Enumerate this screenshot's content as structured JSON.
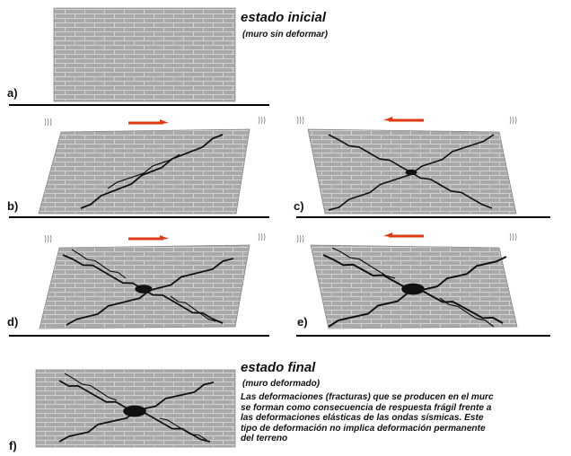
{
  "initial": {
    "title": "estado inicial",
    "subtitle": "(muro sin deformar)"
  },
  "final": {
    "title": "estado final",
    "subtitle": "(muro deformado)",
    "description_lines": [
      "Las deformaciones (fracturas) que se producen en el murc",
      "se forman como consecuencia de respuesta frágil frente a",
      "las deformaciones elásticas de las ondas sísmicas. Este",
      "tipo de deformación no implica deformación permanente",
      "del terreno"
    ]
  },
  "panels": [
    {
      "letter": "a)",
      "shear": "none",
      "force_direction": "none",
      "crack": "none"
    },
    {
      "letter": "b)",
      "shear": "right",
      "force_direction": "right",
      "crack": "single-diagonal"
    },
    {
      "letter": "c)",
      "shear": "left",
      "force_direction": "left",
      "crack": "x-small"
    },
    {
      "letter": "d)",
      "shear": "right",
      "force_direction": "right",
      "crack": "x-medium"
    },
    {
      "letter": "e)",
      "shear": "left",
      "force_direction": "left",
      "crack": "x-large"
    },
    {
      "letter": "f)",
      "shear": "none",
      "force_direction": "none",
      "crack": "x-final"
    }
  ],
  "colors": {
    "wall": "#a9a9a9",
    "mortar": "#d2d2d2",
    "ground": "#000000",
    "arrow": "#e03a12",
    "crack": "#111111"
  }
}
